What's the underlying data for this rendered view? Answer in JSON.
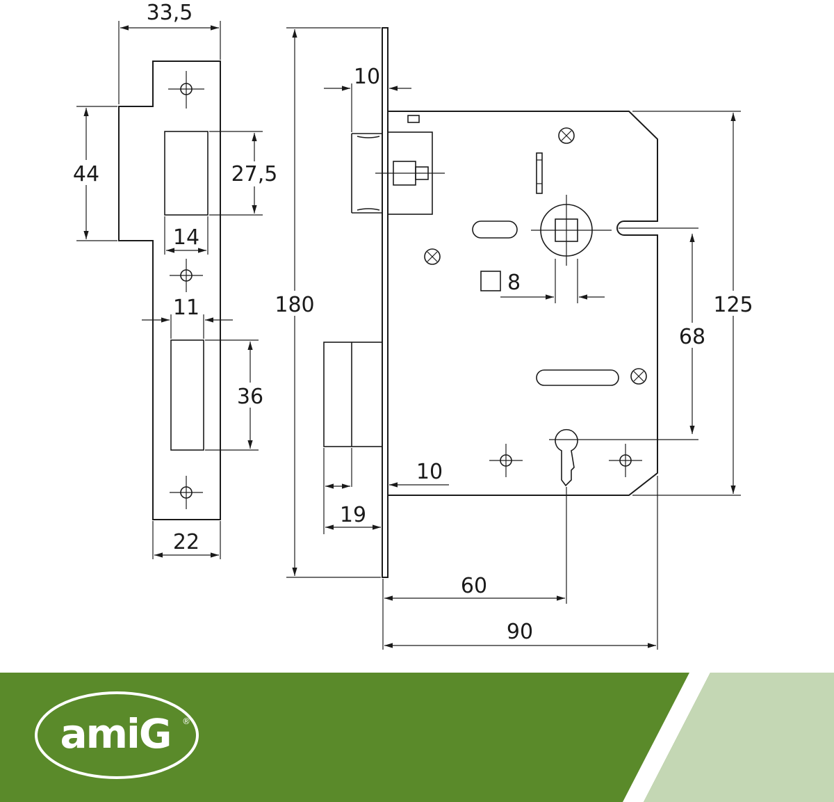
{
  "brand": {
    "logo_text": "amiG",
    "registered_mark": "®",
    "colors": {
      "green": "#5a8a2a",
      "light_green": "#c4d7b4",
      "line": "#1a1a1a"
    }
  },
  "strike_plate_dims": {
    "width_top": "33,5",
    "height_44": "44",
    "slot_upper_h": "27,5",
    "slot_upper_w": "14",
    "slot_lower_w": "11",
    "slot_lower_h": "36",
    "width_bottom": "22"
  },
  "lock_body_dims": {
    "faceplate_top": "10",
    "total_height": "180",
    "spindle_square": "8",
    "center_distance": "68",
    "case_height": "125",
    "faceplate_bottom": "10",
    "latch_projection": "19",
    "backset": "60",
    "case_depth": "90"
  },
  "icons": [
    "screw-hole-icon",
    "cross-screw-icon",
    "keyhole-icon",
    "square-spindle-icon"
  ]
}
